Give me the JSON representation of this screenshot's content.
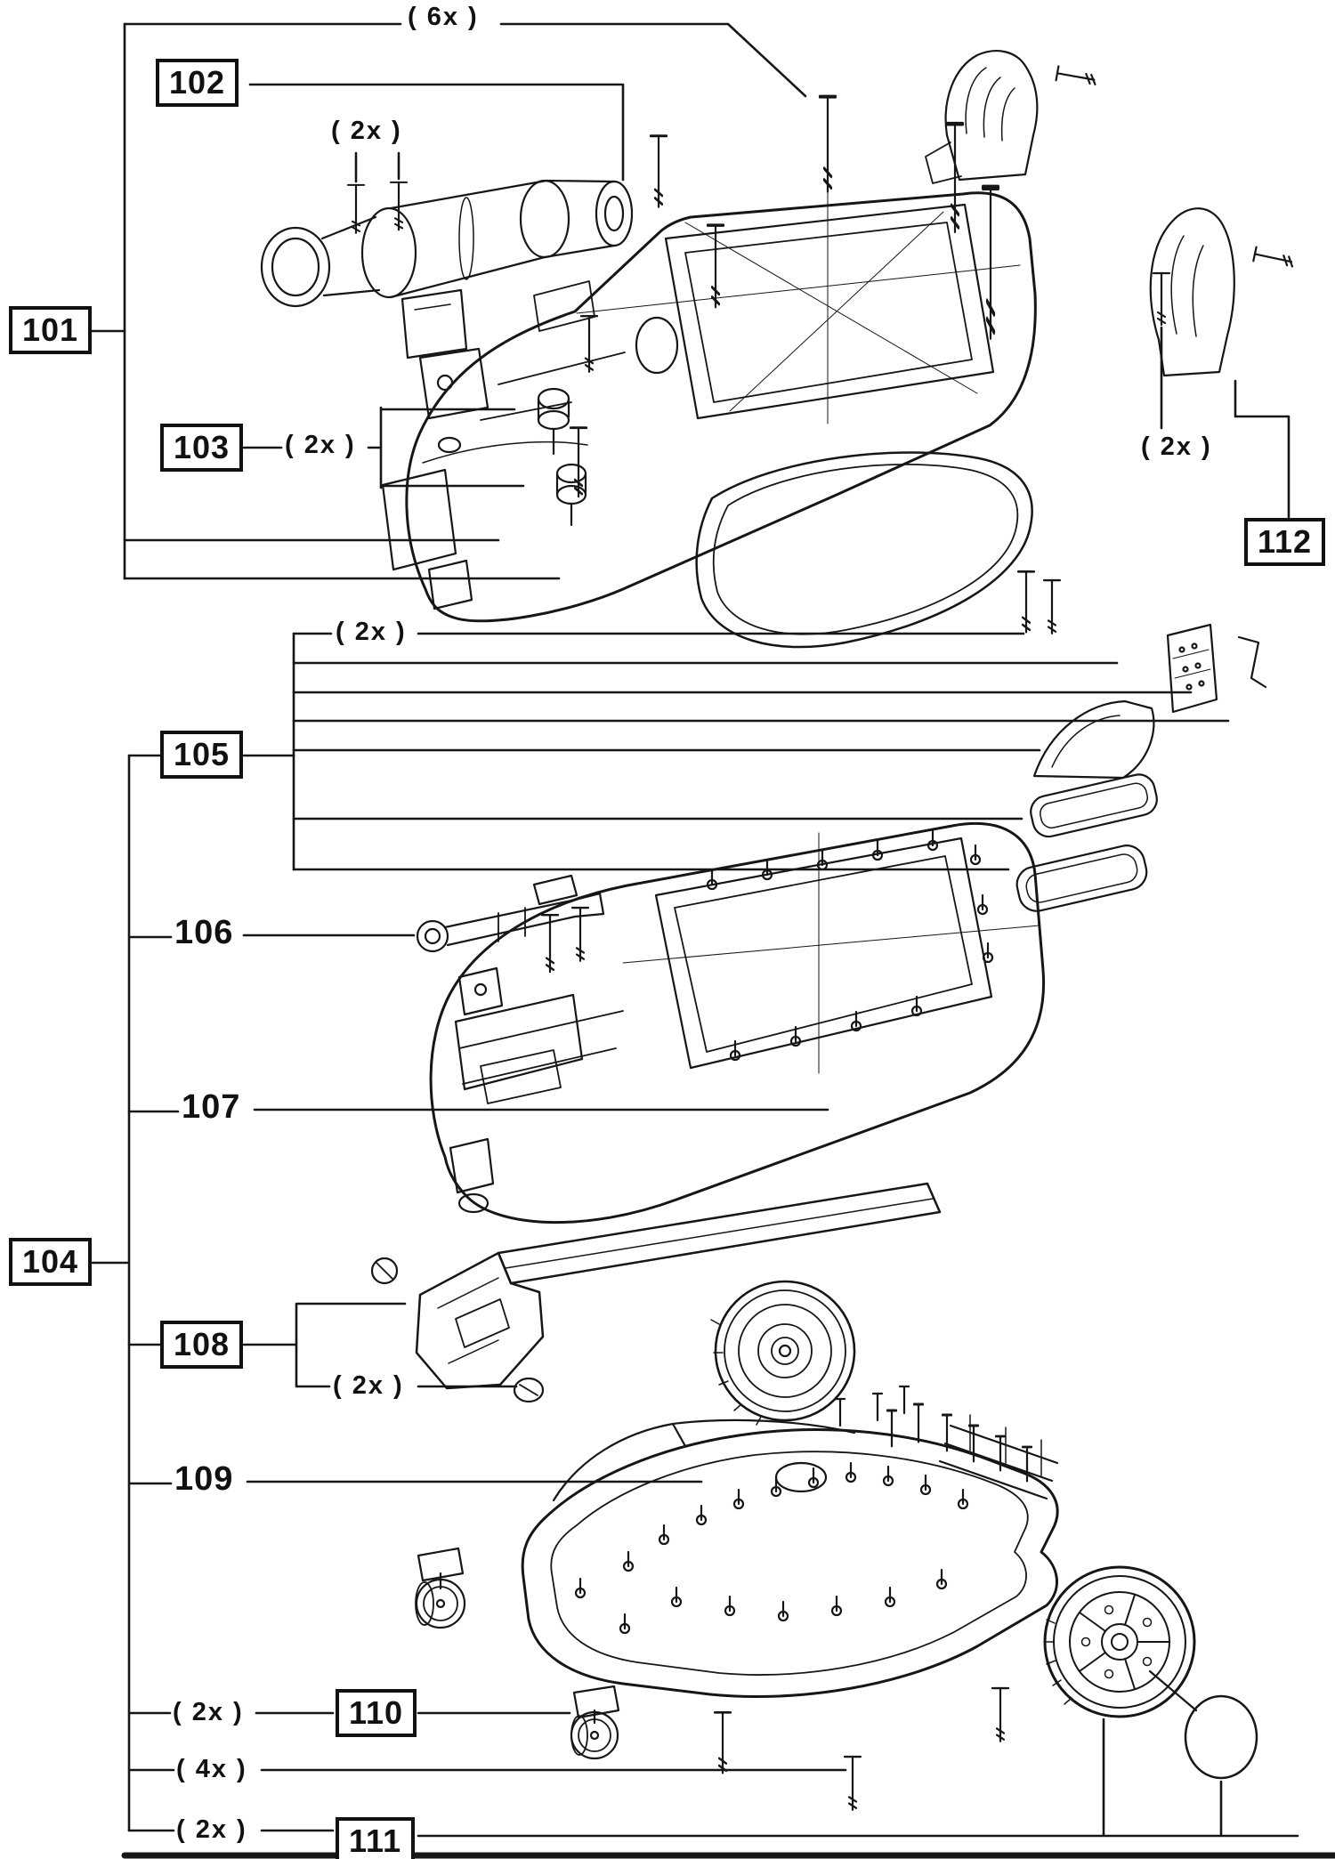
{
  "document": {
    "type": "exploded-parts-diagram",
    "background_color": "#ffffff",
    "ink_color": "#161616"
  },
  "parts": [
    {
      "id": "101",
      "boxed": true
    },
    {
      "id": "102",
      "boxed": true
    },
    {
      "id": "103",
      "boxed": true
    },
    {
      "id": "104",
      "boxed": true
    },
    {
      "id": "105",
      "boxed": true
    },
    {
      "id": "106",
      "boxed": false
    },
    {
      "id": "107",
      "boxed": false
    },
    {
      "id": "108",
      "boxed": true
    },
    {
      "id": "109",
      "boxed": false
    },
    {
      "id": "110",
      "boxed": true
    },
    {
      "id": "111",
      "boxed": true
    },
    {
      "id": "112",
      "boxed": true
    }
  ],
  "quantity_labels": {
    "top_screws": "( 6x )",
    "motor_screws": "( 2x )",
    "part_103": "( 2x )",
    "part_112": "( 2x )",
    "part_105_row": "( 2x )",
    "part_108": "( 2x )",
    "part_110": "( 2x )",
    "base_screws": "( 4x )",
    "part_111": "( 2x )"
  }
}
